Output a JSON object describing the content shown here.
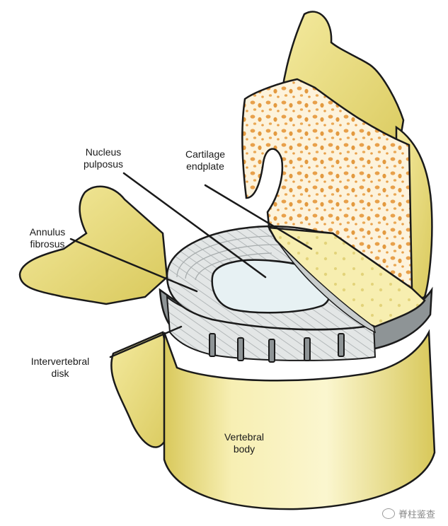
{
  "labels": {
    "nucleus": [
      "Nucleus",
      "pulposus"
    ],
    "cartilage": [
      "Cartilage",
      "endplate"
    ],
    "annulus": [
      "Annulus",
      "fibrosus"
    ],
    "disk": [
      "Intervertebral",
      "disk"
    ],
    "body": [
      "Vertebral",
      "body"
    ]
  },
  "watermark": "脊柱鉴查",
  "colors": {
    "bone": "#f2e79a",
    "bone_shade": "#d9c95c",
    "cancellous": "#fdf3dc",
    "pores": "#e8a04a",
    "annulus": "#d9dcdc",
    "annulus_side": "#8e9496",
    "nucleus": "#e7f1f3",
    "outline": "#1a1a1a"
  }
}
